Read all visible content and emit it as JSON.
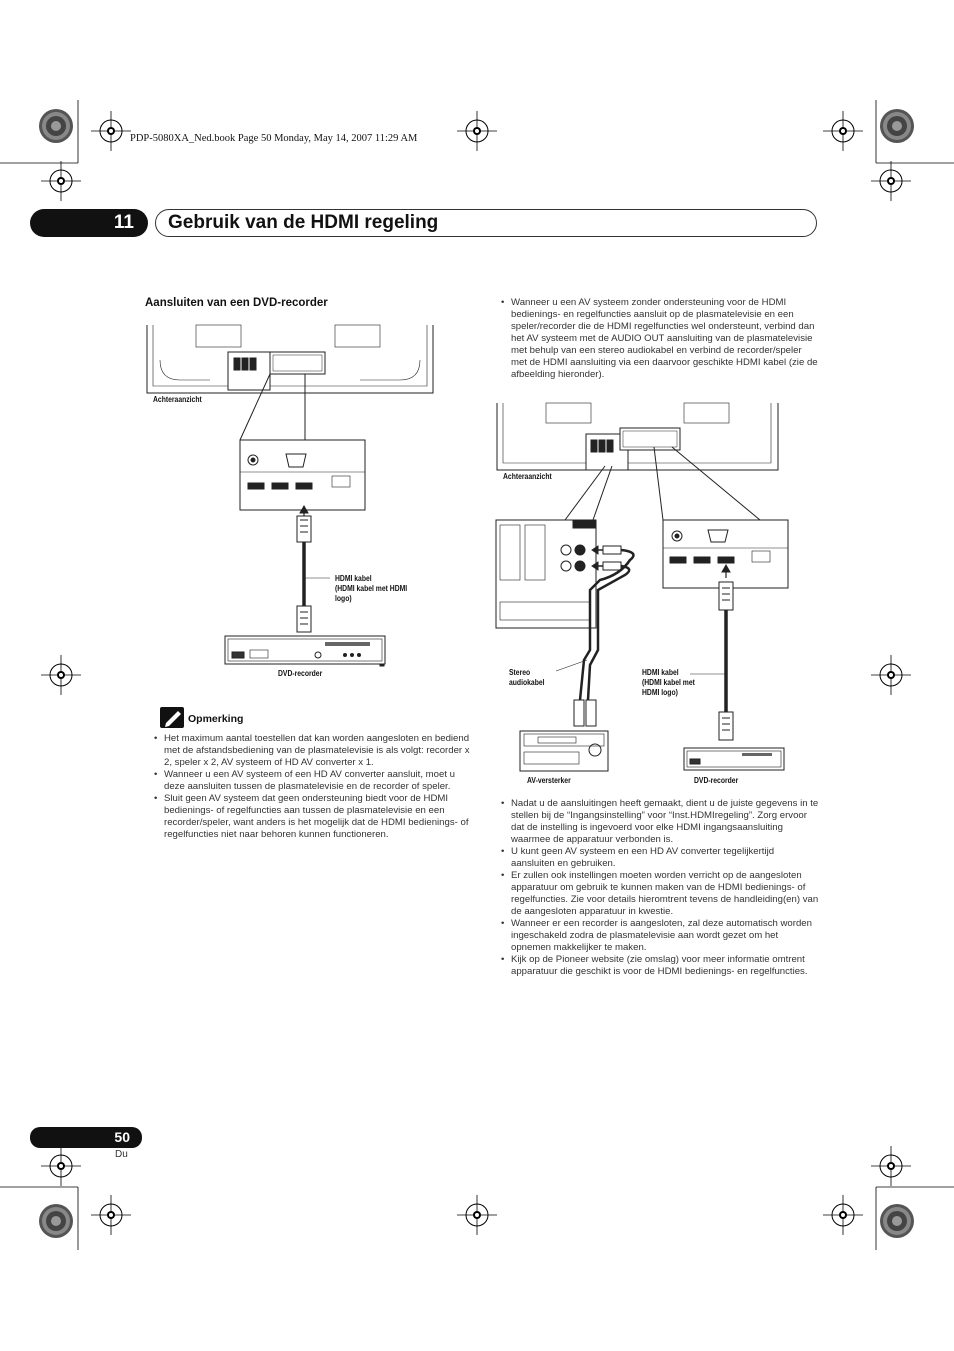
{
  "header": {
    "file_info": "PDP-5080XA_Ned.book  Page 50  Monday, May 14, 2007  11:29 AM"
  },
  "chapter": {
    "number": "11",
    "title": "Gebruik van de HDMI regeling"
  },
  "section": {
    "title": "Aansluiten van een DVD-recorder"
  },
  "diagram_left": {
    "rear_view": "Achteraanzicht",
    "cable": "HDMI kabel\n(HDMI kabel met HDMI\nlogo)",
    "device": "DVD-recorder"
  },
  "note": {
    "title": "Opmerking",
    "items": [
      "Het maximum aantal toestellen dat kan worden aangesloten en bediend met de afstandsbediening van de plasmatelevisie is als volgt: recorder x 2, speler x 2, AV systeem of HD AV converter x 1.",
      "Wanneer u een AV systeem of een HD AV converter aansluit, moet u deze aansluiten tussen de plasmatelevisie en de recorder of speler.",
      "Sluit geen AV systeem dat geen ondersteuning biedt voor de HDMI bedienings- of regelfuncties aan tussen de plasmatelevisie en een recorder/speler, want anders is het mogelijk dat de HDMI bedienings- of regelfuncties niet naar behoren kunnen functioneren."
    ]
  },
  "right_top_items": [
    "Wanneer u een AV systeem zonder ondersteuning voor de HDMI bedienings- en regelfuncties aansluit op de plasmatelevisie en een speler/recorder die de HDMI regelfuncties wel ondersteunt, verbind dan het AV systeem met de AUDIO OUT aansluiting van de plasmatelevisie met behulp van een stereo audiokabel en verbind de recorder/speler met de HDMI aansluiting via een daarvoor geschikte HDMI kabel (zie de afbeelding hieronder)."
  ],
  "diagram_right": {
    "rear_view": "Achteraanzicht",
    "audio_cable": "Stereo\naudiokabel",
    "hdmi_cable": "HDMI kabel\n(HDMI kabel met\nHDMI logo)",
    "amplifier": "AV-versterker",
    "device": "DVD-recorder"
  },
  "right_bottom_items": [
    "Nadat u de aansluitingen heeft gemaakt, dient u de juiste gegevens in te stellen bij de “Ingangsinstelling” voor “Inst.HDMIregeling”. Zorg ervoor dat de instelling is ingevoerd voor elke HDMI ingangsaansluiting waarmee de apparatuur verbonden is.",
    "U kunt geen AV systeem en een HD AV converter tegelijkertijd aansluiten en gebruiken.",
    "Er zullen ook instellingen moeten worden verricht op de aangesloten apparatuur om gebruik te kunnen maken van de HDMI bedienings- of regelfuncties. Zie voor details hieromtrent tevens de handleiding(en) van de aangesloten apparatuur in kwestie.",
    "Wanneer er een recorder is aangesloten, zal deze automatisch worden ingeschakeld zodra de plasmatelevisie aan wordt gezet om het opnemen makkelijker te maken.",
    "Kijk op de Pioneer website (zie omslag) voor meer informatie omtrent apparatuur die geschikt is voor de HDMI bedienings- en regelfuncties."
  ],
  "footer": {
    "page": "50",
    "lang": "Du"
  }
}
